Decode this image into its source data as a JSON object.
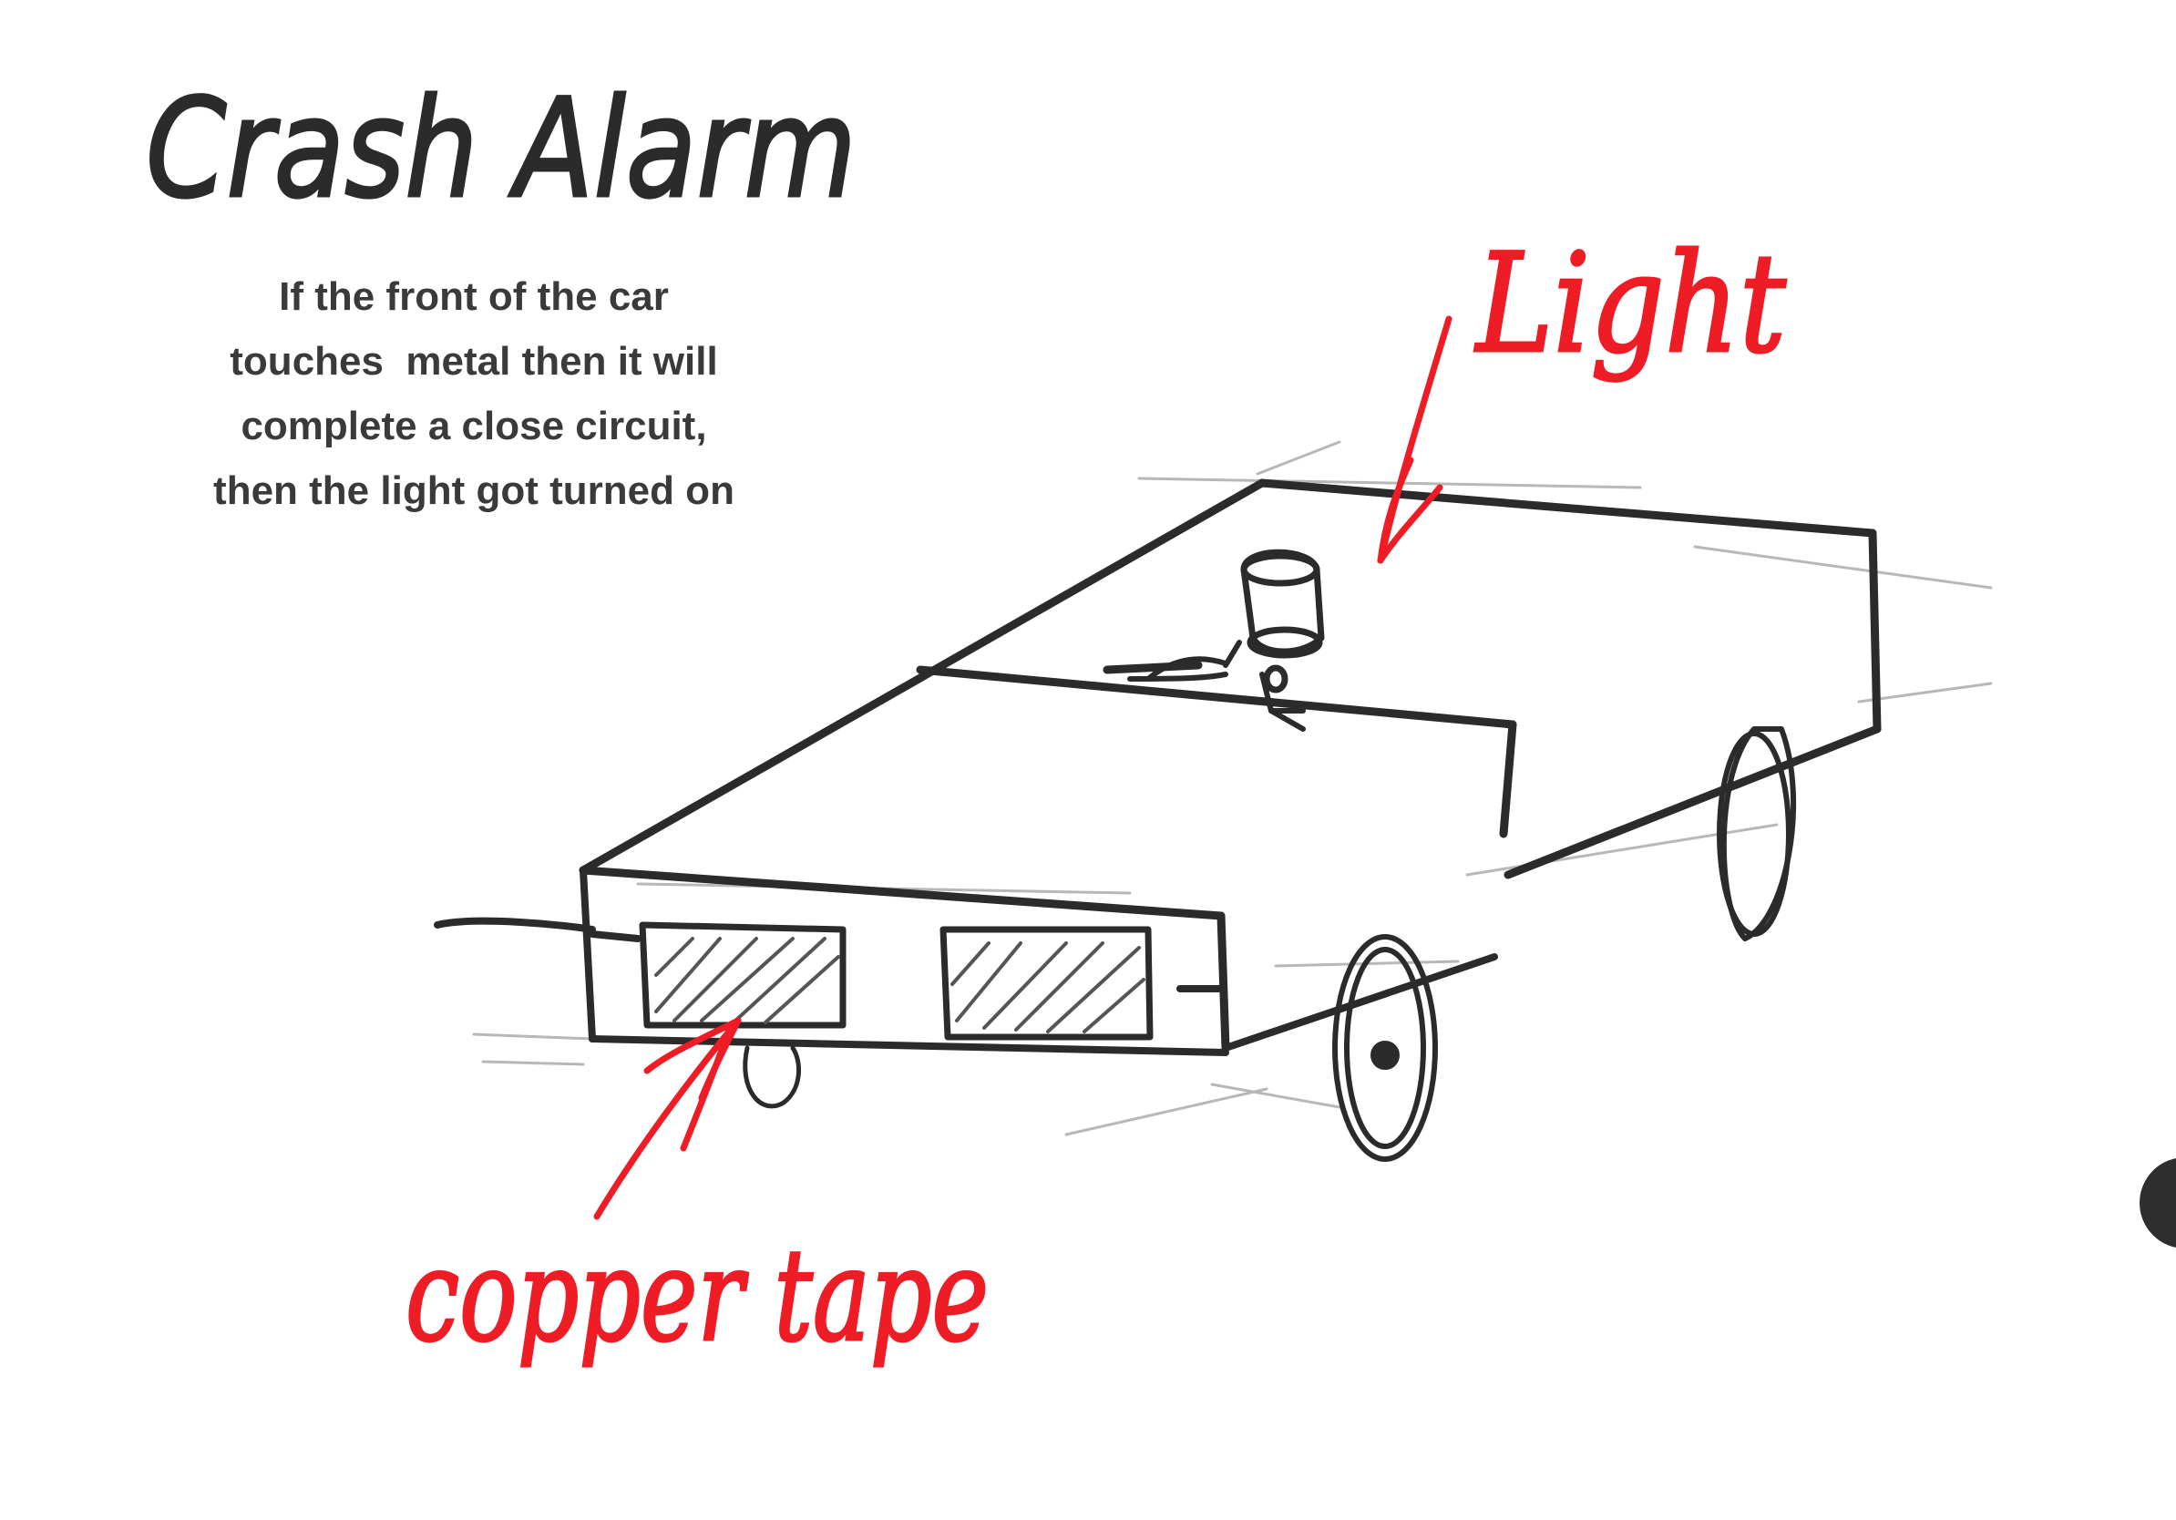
{
  "sketch": {
    "title": "Crash Alarm",
    "description_lines": [
      "If the front of the car",
      "touches  metal then it will",
      "complete a close circuit,",
      "then the light got turned on"
    ],
    "labels": {
      "light": "Light",
      "copper_tape": "copper tape"
    },
    "colors": {
      "ink": "#2b2b2b",
      "annotation": "#ee1c25",
      "text": "#3a3a3a",
      "background": "#ffffff"
    }
  }
}
